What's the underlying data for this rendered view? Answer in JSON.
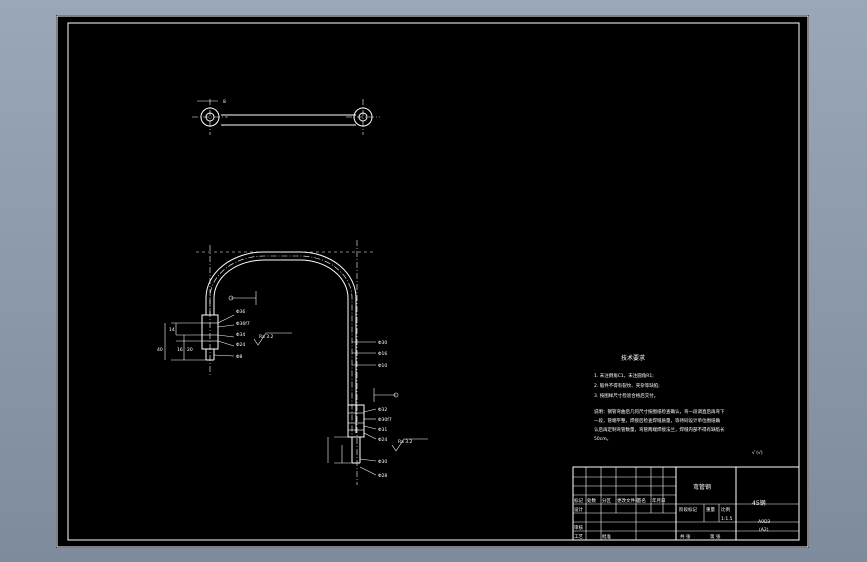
{
  "drawing": {
    "notes": {
      "title": "技术要求",
      "lines": [
        "1. 未注倒角C1，未注圆角R1;",
        "2. 锻件不得有裂纹、夹杂等缺陷;",
        "3. 按图样尺寸检验合格后交付。"
      ],
      "desc": [
        "说明：钢管弯曲后几何尺寸按图纸检查确认，弯一段调直后再弯下",
        "一段，管端平整，焊接后检查焊缝质量，等待同设计单位图纸确",
        "认后再定制弯管数量，弯管两端焊接法兰，焊缝内部不得有缺陷长",
        "50cm。"
      ],
      "roughness": "√ (√)"
    },
    "dims": {
      "d36": "Φ36",
      "d36f7": "Φ36f7",
      "d34": "Φ34",
      "d24": "Φ24",
      "d8": "Φ8",
      "d30": "Φ30",
      "d16": "Φ16",
      "d10": "Φ10",
      "d32": "Φ32",
      "d30f7": "Φ30f7",
      "d31": "Φ31",
      "d24b": "Φ24",
      "d30b": "Φ30",
      "d28": "Φ28",
      "ra1": "Ra 3.2",
      "ra2": "Ra 3.2",
      "top8": "8",
      "left40": "40",
      "left14": "14",
      "left16": "16",
      "left20": "20"
    },
    "titleblock": {
      "part_name": "弯管钢",
      "material": "45钢",
      "scale": "1:1.5",
      "code": "A0D3",
      "sheet": "(A2)",
      "labels": [
        "标记",
        "处数",
        "分区",
        "更改文件号",
        "签名",
        "年月日",
        "设计",
        "审核",
        "工艺",
        "批准",
        "阶段标记",
        "重量",
        "比例",
        "共 张",
        "第 张"
      ]
    }
  }
}
